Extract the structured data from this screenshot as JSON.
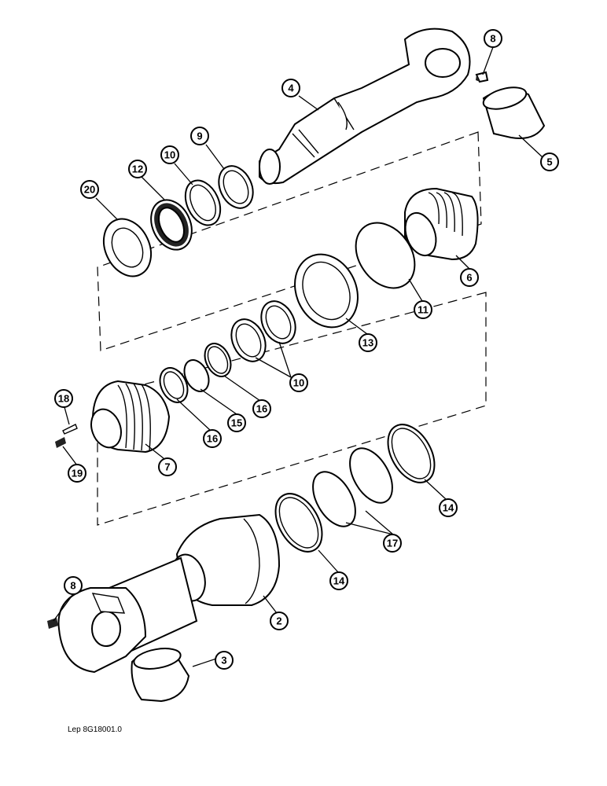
{
  "figure": {
    "reference": "Lep 8G18001.0"
  },
  "callouts": [
    {
      "id": "c8a",
      "label": "8"
    },
    {
      "id": "c4",
      "label": "4"
    },
    {
      "id": "c5",
      "label": "5"
    },
    {
      "id": "c9",
      "label": "9"
    },
    {
      "id": "c10a",
      "label": "10"
    },
    {
      "id": "c12",
      "label": "12"
    },
    {
      "id": "c20",
      "label": "20"
    },
    {
      "id": "c6",
      "label": "6"
    },
    {
      "id": "c11",
      "label": "11"
    },
    {
      "id": "c13",
      "label": "13"
    },
    {
      "id": "c10b",
      "label": "10"
    },
    {
      "id": "c18",
      "label": "18"
    },
    {
      "id": "c16a",
      "label": "16"
    },
    {
      "id": "c15",
      "label": "15"
    },
    {
      "id": "c16b",
      "label": "16"
    },
    {
      "id": "c19",
      "label": "19"
    },
    {
      "id": "c7",
      "label": "7"
    },
    {
      "id": "c14a",
      "label": "14"
    },
    {
      "id": "c17",
      "label": "17"
    },
    {
      "id": "c14b",
      "label": "14"
    },
    {
      "id": "c8b",
      "label": "8"
    },
    {
      "id": "c2",
      "label": "2"
    },
    {
      "id": "c3",
      "label": "3"
    }
  ]
}
